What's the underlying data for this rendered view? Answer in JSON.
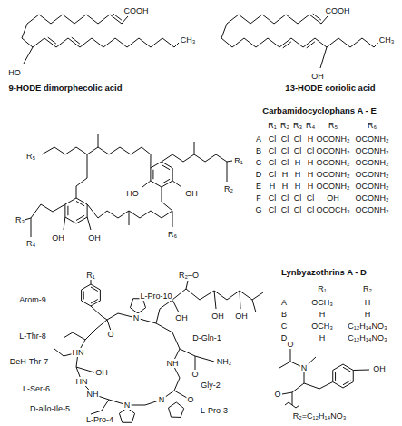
{
  "diagram": {
    "labels": [
      "COOH",
      "CH₃",
      "HO",
      "9-HODE dimorphecolic acid",
      "COOH",
      "CH₃",
      "OH",
      "13-HODE coriolic acid",
      "Carbamidocyclophans A - E",
      "R₁",
      "R₂",
      "R₃",
      "R₄",
      "R₅",
      "R₆",
      "A",
      "Cl",
      "Cl",
      "Cl",
      "H",
      "OCONH₂",
      "OCONH₂",
      "B",
      "Cl",
      "Cl",
      "Cl",
      "Cl",
      "OCONH₂",
      "OCONH₂",
      "C",
      "Cl",
      "Cl",
      "H",
      "H",
      "OCONH₂",
      "OCONH₂",
      "D",
      "Cl",
      "H",
      "H",
      "H",
      "OCONH₂",
      "OCONH₂",
      "E",
      "H",
      "H",
      "H",
      "H",
      "OCONH₂",
      "OCONH₂",
      "F",
      "Cl",
      "Cl",
      "Cl",
      "Cl",
      "OH",
      "OCONH₂",
      "G",
      "Cl",
      "Cl",
      "Cl",
      "Cl",
      "OCOCH₃",
      "OCONH₂",
      "R₅",
      "R₁",
      "R₂",
      "HO",
      "OH",
      "OH",
      "OH",
      "R₃",
      "R₄",
      "R₆",
      "Lynbyazothrins A - D",
      "R₁",
      "R₂",
      "A",
      "OCH₃",
      "H",
      "B",
      "H",
      "H",
      "C",
      "OCH₃",
      "C₁₂H₁₄NO₃",
      "D",
      "H",
      "C₁₂H₁₄NO₃",
      "R₁",
      "Arom-9",
      "L-Pro-10",
      "R₂–O",
      "OH",
      "OH",
      "OH",
      "D-Gln-1",
      "NH₂",
      "O",
      "Gly-2",
      "L-Pro-3",
      "L-Pro-4",
      "D-allo-Ile-5",
      "L-Ser-6",
      "DeH-Thr-7",
      "L-Thr-8",
      "O",
      "N",
      "NH",
      "N",
      "N",
      "NH",
      "HN",
      "HN",
      "O",
      "OH",
      "O",
      "N",
      "O",
      "OH",
      "R₂=C₁₂H₁₄NO₃"
    ]
  }
}
